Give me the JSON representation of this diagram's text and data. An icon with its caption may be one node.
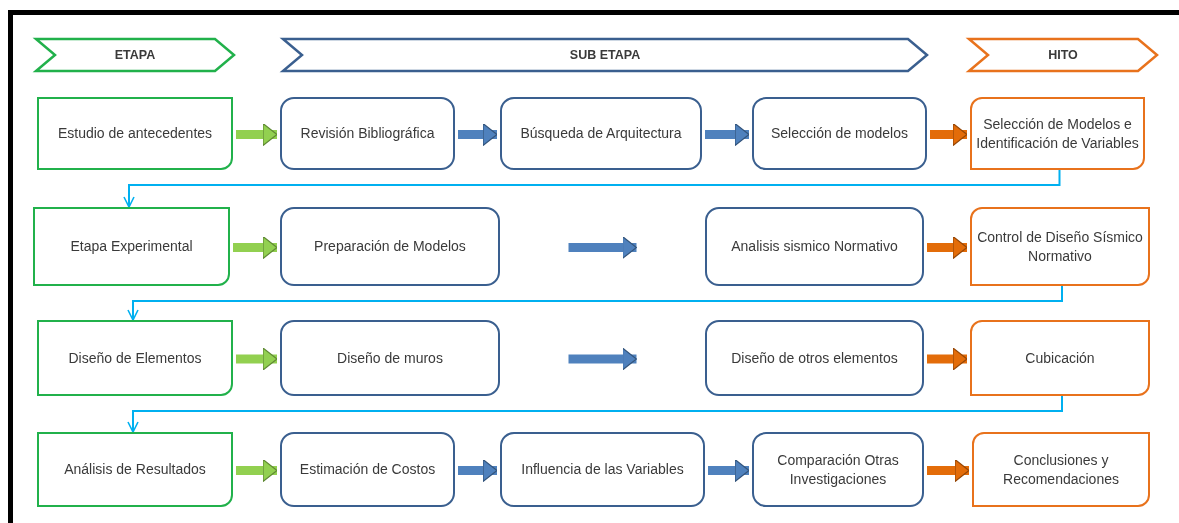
{
  "diagram": {
    "nodes": [
      {
        "text": [
          "ETAPA"
        ]
      },
      {
        "text": [
          "SUB ETAPA"
        ]
      },
      {
        "text": [
          "HITO"
        ]
      },
      {
        "text": [
          "Estudio de antecedentes"
        ]
      },
      {
        "text": [
          "Revisión Bibliográfica"
        ]
      },
      {
        "text": [
          "Búsqueda de Arquitectura"
        ]
      },
      {
        "text": [
          "Selección de modelos"
        ]
      },
      {
        "text": [
          "Selección de Modelos e Identificación de Variables"
        ]
      },
      {
        "text": [
          "Etapa Experimental"
        ]
      },
      {
        "text": [
          "Preparación de Modelos"
        ]
      },
      {
        "text": [
          "Analisis sismico Normativo"
        ]
      },
      {
        "text": [
          "Control de Diseño Sísmico Normativo"
        ]
      },
      {
        "text": [
          "Diseño de Elementos"
        ]
      },
      {
        "text": [
          "Diseño de muros"
        ]
      },
      {
        "text": [
          "Diseño de otros elementos"
        ]
      },
      {
        "text": [
          "Cubicación"
        ]
      },
      {
        "text": [
          "Análisis de Resultados"
        ]
      },
      {
        "text": [
          "Estimación de Costos"
        ]
      },
      {
        "text": [
          "Influencia de las Variables"
        ]
      },
      {
        "text": [
          "Comparación Otras Investigaciones"
        ]
      },
      {
        "text": [
          "Conclusiones y Recomendaciones"
        ]
      }
    ],
    "edges": [
      {
        "from": 3,
        "to": 4,
        "arrow": "to",
        "color": "#92d050"
      },
      {
        "from": 4,
        "to": 5,
        "arrow": "to"
      },
      {
        "from": 5,
        "to": 6,
        "arrow": "to"
      },
      {
        "from": 6,
        "to": 7,
        "arrow": "to",
        "color": "#e36c09"
      },
      {
        "from": 7,
        "to": 8,
        "arrow": "to",
        "color": "#00b0f0"
      },
      {
        "from": 8,
        "to": 9,
        "arrow": "to",
        "color": "#92d050"
      },
      {
        "from": 9,
        "to": 10,
        "arrow": "to"
      },
      {
        "from": 10,
        "to": 11,
        "arrow": "to",
        "color": "#e36c09"
      },
      {
        "from": 11,
        "to": 12,
        "arrow": "to",
        "color": "#00b0f0"
      },
      {
        "from": 12,
        "to": 13,
        "arrow": "to",
        "color": "#92d050"
      },
      {
        "from": 13,
        "to": 14,
        "arrow": "to"
      },
      {
        "from": 14,
        "to": 15,
        "arrow": "to",
        "color": "#e36c09"
      },
      {
        "from": 15,
        "to": 16,
        "arrow": "to",
        "color": "#00b0f0"
      },
      {
        "from": 16,
        "to": 17,
        "arrow": "to",
        "color": "#92d050"
      },
      {
        "from": 17,
        "to": 18,
        "arrow": "to"
      },
      {
        "from": 18,
        "to": 19,
        "arrow": "to"
      },
      {
        "from": 19,
        "to": 20,
        "arrow": "to",
        "color": "#e36c09"
      }
    ]
  }
}
